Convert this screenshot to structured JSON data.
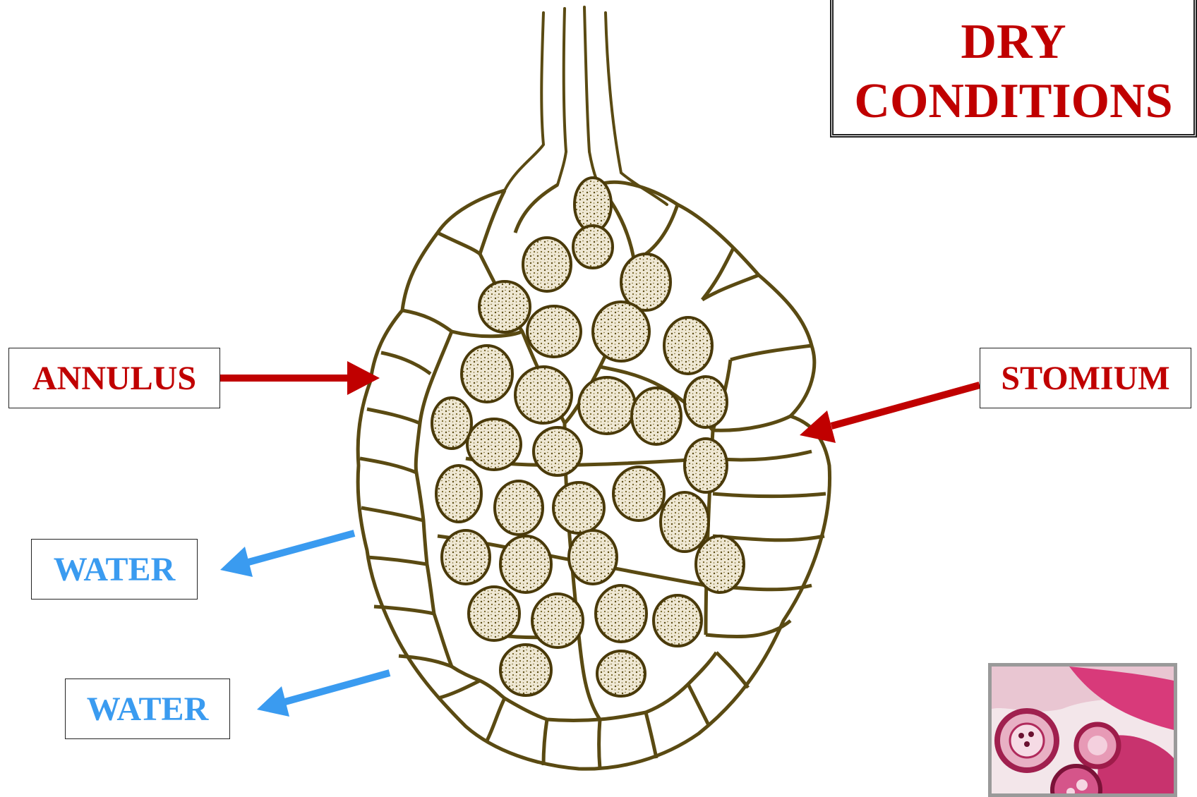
{
  "title": {
    "line1": "DRY",
    "line2": "CONDITIONS"
  },
  "labels": {
    "annulus": "ANNULUS",
    "stomium": "STOMIUM",
    "water_1": "WATER",
    "water_2": "WATER"
  },
  "colors": {
    "label_red": "#c00000",
    "label_blue": "#3a9bf0",
    "cell_outline": "#5a4a12",
    "spore_fill": "#d8cfb4",
    "micrograph_pink": "#d83a7a"
  }
}
